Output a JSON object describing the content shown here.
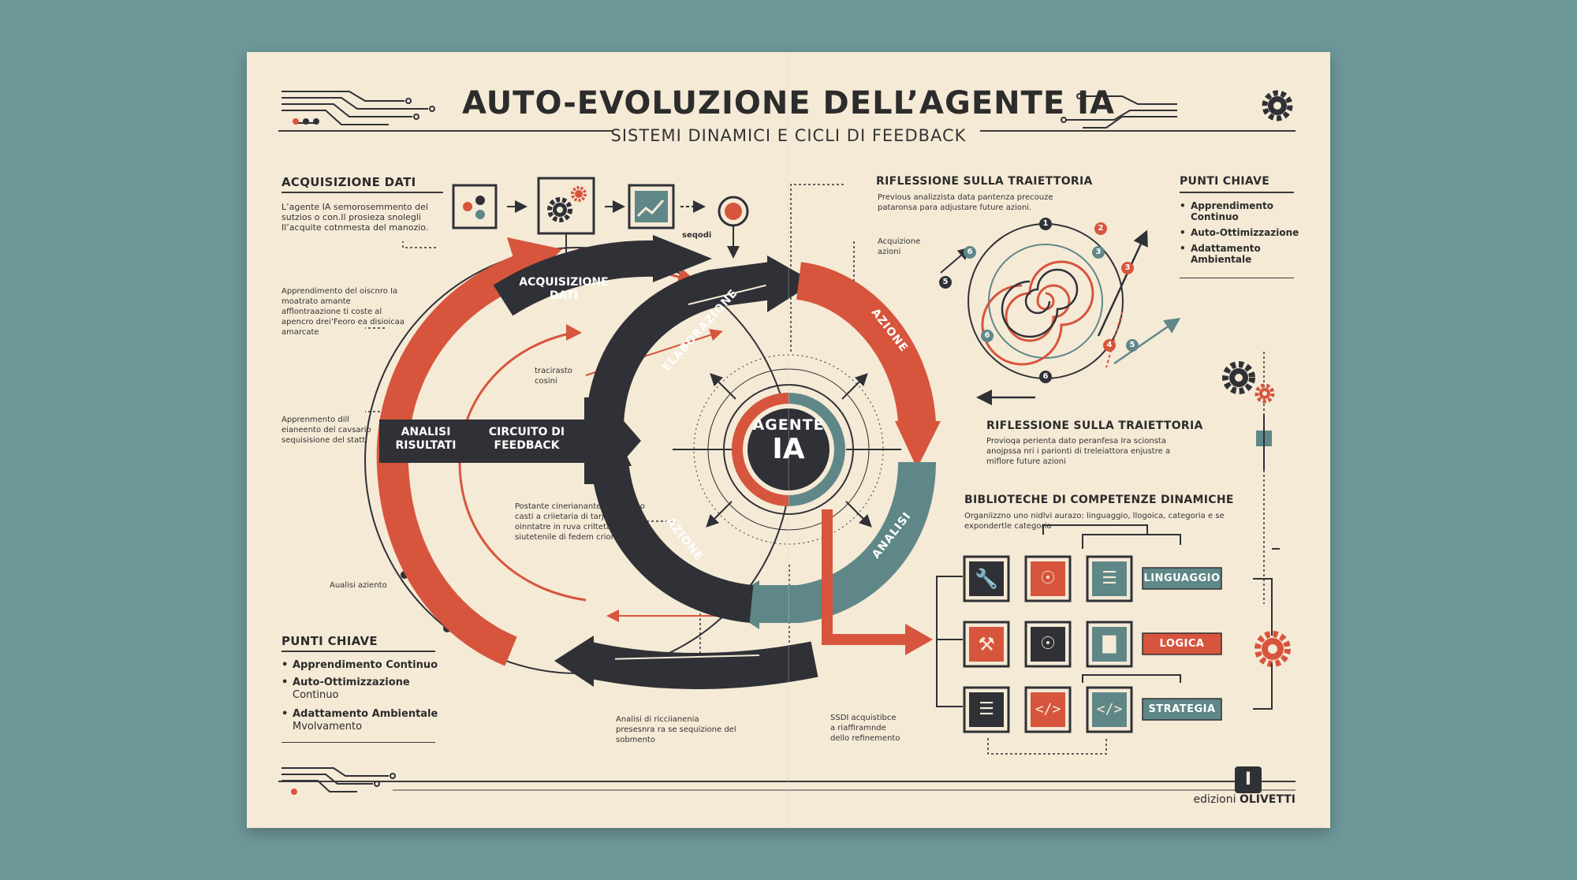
{
  "header": {
    "title": "AUTO-EVOLUZIONE DELL’AGENTE IA",
    "subtitle": "SISTEMI DINAMICI E CICLI DI FEEDBACK"
  },
  "left_panel": {
    "acquisizione_heading": "ACQUISIZIONE DATI",
    "acquisizione_text": "L’agente IA semorosemmento del sutzios o con.Il prosieza snolegli Il’acquite cotnmesta del manozio.",
    "apprendimento_note": "Apprendimento del oiscnro Ia moatrato amante afflontraazione ti coste al apencro drei’Feoro ea disioicaa amarcate",
    "apprenmento_note": "Apprenmento dill eianeento del cavsario sequisisione del statti",
    "analisi_azienti_note": "Aualisi aziento",
    "punti_heading": "PUNTI CHIAVE",
    "punti_items": [
      "Apprendimento Continuo",
      "Auto-Ottimizzazione",
      "Adattamento Ambientale"
    ],
    "punti_sub_2": "Continuo",
    "punti_sub_3": "Mvolvamento"
  },
  "cycle": {
    "center_line1": "AGENTE",
    "center_line2": "IA",
    "acquisizione_line1": "ACQUISIZIONE",
    "acquisizione_line2": "DATI",
    "elaborazione": "ELABORAZIONE",
    "azione_top": "AZIONE",
    "analisi_right": "ANALISI",
    "azione_bottom": "AZIONE",
    "analisi_risultati_line1": "ANALISI",
    "analisi_risultati_line2": "RISULTATI",
    "circuito_line1": "CIRCUITO DI",
    "circuito_line2": "FEEDBACK",
    "tracirasto_line1": "tracirasto",
    "tracirasto_line2": "cosini",
    "postante_note": "Postante cinerianante preseste o casti a criietaria di tarjoielienre oinntatre in ruva criltetaria di siutetenile di fedem crionvfi",
    "analisi_ricc_note": "Analisi di ricciianenia presesnra ra se sequizione del sobmento",
    "seqodi": "seqodi"
  },
  "right_panel": {
    "riflessione_heading": "RIFLESSIONE SULLA TRAIETTORIA",
    "riflessione_text": "Previous analizzista data pantenza precouze pataronsa para adjustare future azioni.",
    "acquizione_azioni_line1": "Acquizione",
    "acquizione_azioni_line2": "azioni",
    "punti_heading": "PUNTI CHIAVE",
    "punti_items": [
      {
        "line1": "Apprendimento",
        "line2": "Continuo"
      },
      {
        "line1": "Auto-Ottimizzazione",
        "line2": ""
      },
      {
        "line1": "Adattamento",
        "line2": "Ambientale"
      }
    ],
    "riflessione2_heading": "RIFLESSIONE SULLA TRAIETTORIA",
    "riflessione2_text": "Provioqa perienta dato peranfesa Ira scionsta anojpssa nri i parionti di treleiattora enjustre a miflore future azioni",
    "biblioteche_heading": "BIBLIOTECHE DI COMPETENZE DINAMICHE",
    "biblioteche_text": "Organiizzno uno nidlvi aurazo: linguaggio, llogoica, categoria e se expondertle categoria",
    "ssdi_line1": "SSDI acquistibce",
    "ssdi_line2": "a riaffiramnde",
    "ssdi_line3": "dello refinemento",
    "categories": [
      "LINGUAGGIO",
      "LOGICA",
      "STRATEGIA"
    ],
    "spiral_labels": [
      "1",
      "2",
      "3",
      "3",
      "4",
      "5",
      "5",
      "6",
      "6",
      "6"
    ]
  },
  "footer": {
    "publisher_prefix": "edizioni",
    "publisher_name": "OLIVETTI"
  },
  "colors": {
    "dark": "#2f3136",
    "red": "#d7553d",
    "teal": "#5f8788",
    "paper": "#f5ead6",
    "background": "#6e9799"
  }
}
